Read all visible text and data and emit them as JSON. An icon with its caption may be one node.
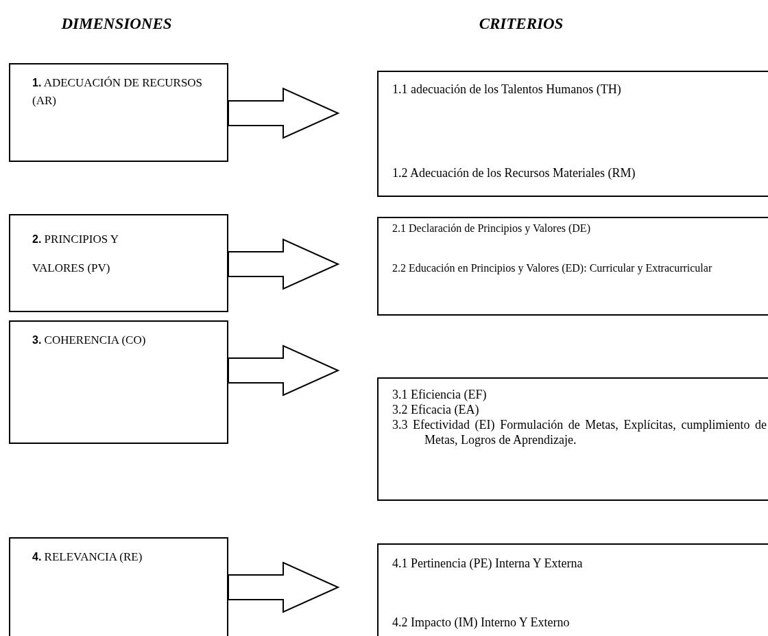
{
  "diagram": {
    "nodes": [
      {
        "text": [
          "**1.** ADECUACIÓN DE RECURSOS (AR)"
        ]
      },
      {
        "text": [
          "1.1 adecuación de los Talentos Humanos (TH)",
          "1.2 Adecuación de los Recursos Materiales (RM)"
        ]
      },
      {
        "text": [
          "**2.** PRINCIPIOS Y VALORES (PV)"
        ]
      },
      {
        "text": [
          "2.1 Declaración de Principios y Valores (DE)",
          "2.2 Educación en Principios y Valores (ED): Curricular y Extracurricular"
        ]
      },
      {
        "text": [
          "**3.** COHERENCIA (CO)"
        ]
      },
      {
        "text": [
          "3.1 Eficiencia (EF)",
          "3.2 Eficacia (EA)",
          "3.3 Efectividad (EI) Formulación de Metas, Explícitas, cumplimiento de Metas, Logros de Aprendizaje."
        ]
      },
      {
        "text": [
          "**4.** RELEVANCIA (RE)"
        ]
      },
      {
        "text": [
          "4.1 Pertinencia (PE) Interna Y Externa",
          "4.2 Impacto (IM) Interno Y Externo"
        ]
      }
    ],
    "edges": [
      {
        "from": 0,
        "to": 1,
        "arrow": "to"
      },
      {
        "from": 2,
        "to": 3,
        "arrow": "to"
      },
      {
        "from": 4,
        "to": 5,
        "arrow": "to"
      },
      {
        "from": 6,
        "to": 7,
        "arrow": "to"
      }
    ],
    "labels": [
      "DIMENSIONES",
      "CRITERIOS"
    ]
  }
}
